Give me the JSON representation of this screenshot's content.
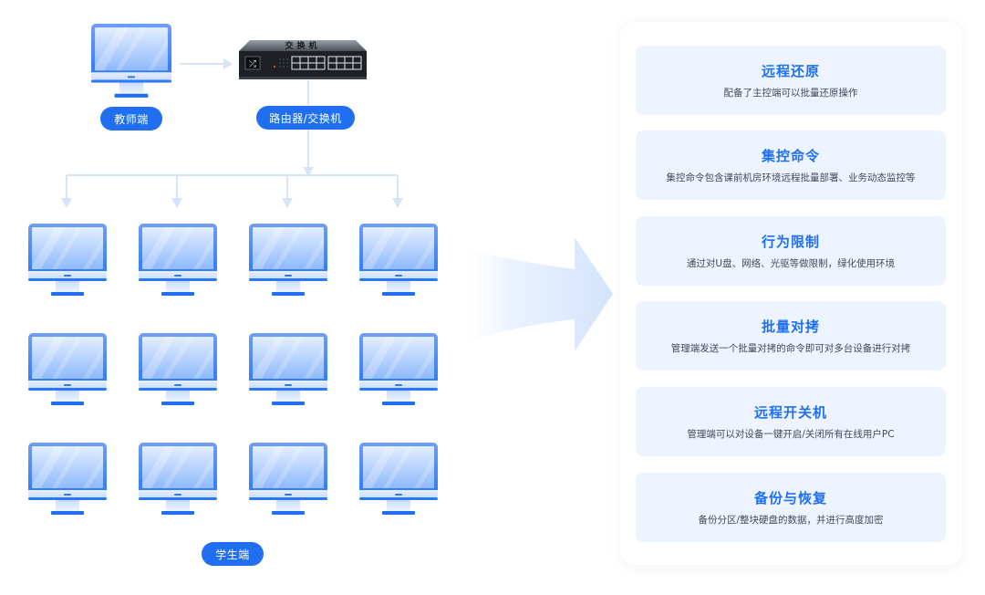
{
  "diagram": {
    "teacher_label": "教师端",
    "switch_label": "路由器/交换机",
    "switch_device_text": "交换机",
    "student_label": "学生端",
    "student_grid": {
      "rows": 3,
      "columns": 4
    },
    "colors": {
      "accent": "#1f6ff0",
      "connector": "#d6e4fb",
      "card_bg": "#eef4ff",
      "card_desc": "#444a55"
    }
  },
  "features": [
    {
      "title": "远程还原",
      "desc": "配备了主控端可以批量还原操作"
    },
    {
      "title": "集控命令",
      "desc": "集控命令包含课前机房环境远程批量部署、业务动态监控等"
    },
    {
      "title": "行为限制",
      "desc": "通过对U盘、网络、光驱等做限制，绿化使用环境"
    },
    {
      "title": "批量对拷",
      "desc": "管理端发送一个批量对拷的命令即可对多台设备进行对拷"
    },
    {
      "title": "远程开关机",
      "desc": "管理端可以对设备一键开启/关闭所有在线用户PC"
    },
    {
      "title": "备份与恢复",
      "desc": "备份分区/整块硬盘的数据，并进行高度加密"
    }
  ]
}
